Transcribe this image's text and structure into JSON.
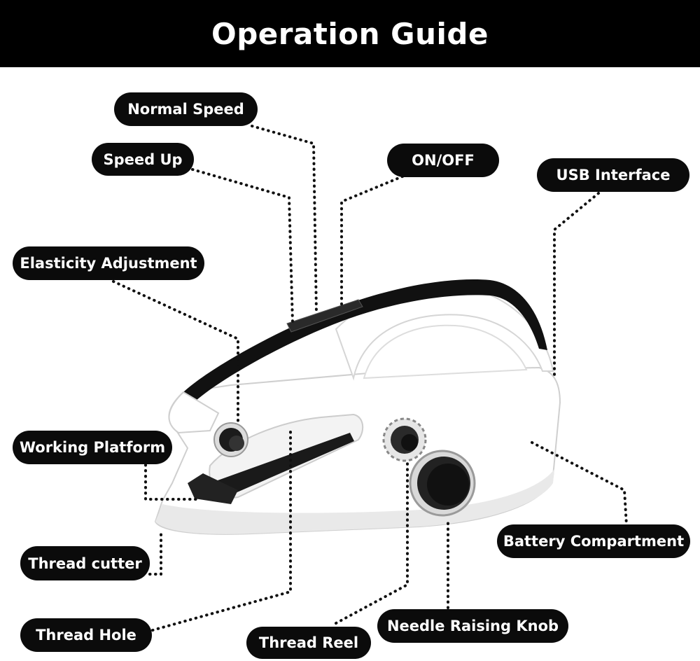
{
  "title": "Operation Guide",
  "colors": {
    "header_bg": "#000000",
    "label_bg": "#0b0b0b",
    "label_text": "#ffffff",
    "device_body": "#ffffff",
    "device_trim": "#111111"
  },
  "labels": {
    "normal_speed": "Normal Speed",
    "speed_up": "Speed Up",
    "on_off": "ON/OFF",
    "usb_interface": "USB Interface",
    "elasticity_adjustment": "Elasticity Adjustment",
    "working_platform": "Working Platform",
    "battery_compartment": "Battery Compartment",
    "thread_cutter": "Thread cutter",
    "thread_hole": "Thread Hole",
    "thread_reel": "Thread Reel",
    "needle_raising_knob": "Needle Raising Knob"
  },
  "image": {
    "subject": "handheld-sewing-machine"
  }
}
